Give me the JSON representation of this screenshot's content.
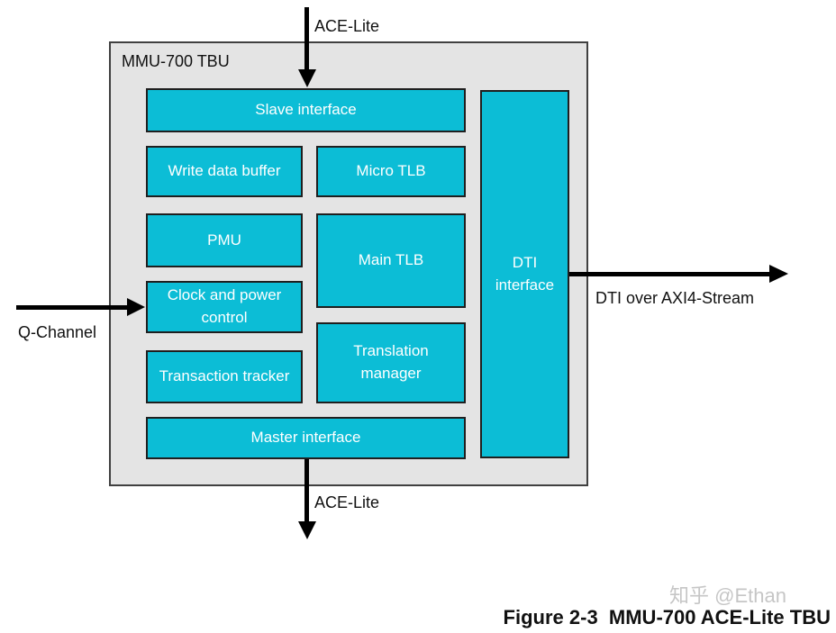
{
  "diagram": {
    "container_label": "MMU-700 TBU",
    "blocks": {
      "slave_interface": "Slave interface",
      "write_data_buffer": "Write data buffer",
      "micro_tlb": "Micro TLB",
      "pmu": "PMU",
      "main_tlb": "Main TLB",
      "clock_power_control": "Clock and power control",
      "translation_manager": "Translation manager",
      "transaction_tracker": "Transaction tracker",
      "master_interface": "Master interface",
      "dti_interface": "DTI interface"
    },
    "arrow_labels": {
      "top_input": "ACE-Lite",
      "left_input": "Q-Channel",
      "right_output": "DTI over AXI4-Stream",
      "bottom_output": "ACE-Lite"
    }
  },
  "colors": {
    "block_fill": "#0cbdd6",
    "block_border": "#1f1f1f",
    "block_text": "#ffffff",
    "container_fill": "#e4e4e4",
    "container_border": "#404040",
    "arrow": "#000000",
    "watermark": "#c6c6c6"
  },
  "caption": "Figure 2-3  MMU-700 ACE-Lite TBU",
  "watermark": "知乎 @Ethan"
}
